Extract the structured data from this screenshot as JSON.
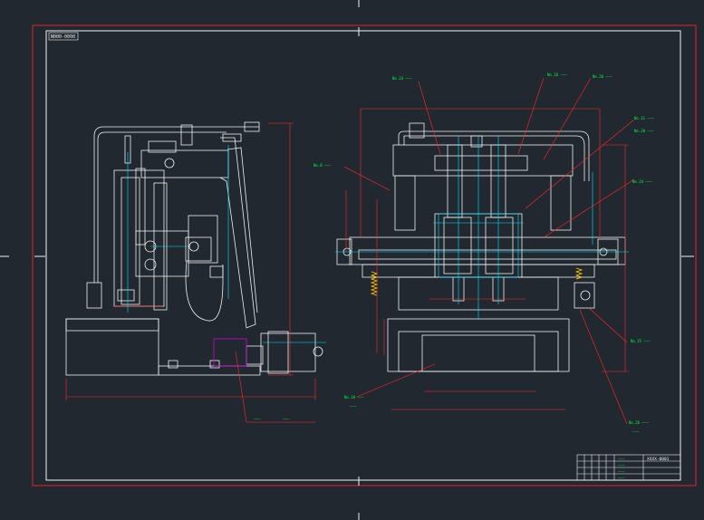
{
  "drawing": {
    "tag_topleft": "N000-0000",
    "colors": {
      "background": "#212830",
      "frame": "#e0262b",
      "structure": "#f2f2f2",
      "dimension": "#ff2a2a",
      "centerline": "#00e5ff",
      "annotation": "#00ff44",
      "magenta": "#d100d1",
      "yellow": "#ffd000"
    }
  },
  "callouts": {
    "left_leader_a": "———",
    "left_leader_b": "———",
    "front_c1": "No.24 ———",
    "front_c2": "No.16 ———",
    "front_c3": "No.20 ———",
    "right_c1": "No.11 ———",
    "right_c2": "No.20 ———",
    "right_c3": "No.24 ———",
    "left_c1": "No.8 ———",
    "bottom_c1": "No.10 ———",
    "bottom_c1b": "———",
    "right_c4": "No.25 ———",
    "right_c5": "No.26 ———",
    "right_c5b": "———"
  },
  "title_block": {
    "code": "XXXX-0001",
    "row1": "———",
    "row2": "———",
    "row3": "———",
    "row4": "———"
  }
}
